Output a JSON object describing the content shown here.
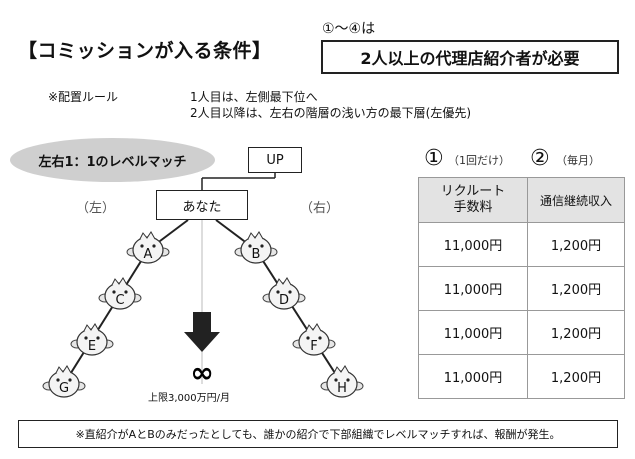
{
  "title": "【コミッションが入る条件】",
  "condition": {
    "note": "①〜④は",
    "requirement": "2人以上の代理店紹介者が必要"
  },
  "rules": {
    "label": "※配置ルール",
    "line1": "1人目は、左側最下位へ",
    "line2": "2人目以降は、左右の階層の浅い方の最下層(左優先)"
  },
  "badge": "左右1：1のレベルマッチ",
  "tree": {
    "up_label": "UP",
    "you_label": "あなた",
    "left_label": "（左）",
    "right_label": "（右）",
    "left_nodes": [
      "A",
      "C",
      "E",
      "G"
    ],
    "right_nodes": [
      "B",
      "D",
      "F",
      "H"
    ],
    "infinity_symbol": "∞",
    "cap_text": "上限3,000万円/月"
  },
  "fee_columns": [
    {
      "number": "①",
      "sub": "（1回だけ）",
      "header": "リクルート\n手数料"
    },
    {
      "number": "②",
      "sub": "（毎月）",
      "header": "通信継続収入"
    }
  ],
  "fee_rows": [
    [
      "11,000円",
      "1,200円"
    ],
    [
      "11,000円",
      "1,200円"
    ],
    [
      "11,000円",
      "1,200円"
    ],
    [
      "11,000円",
      "1,200円"
    ]
  ],
  "footnote": "※直紹介がAとBのみだったとしても、誰かの紹介で下部組織でレベルマッチすれば、報酬が発生。"
}
